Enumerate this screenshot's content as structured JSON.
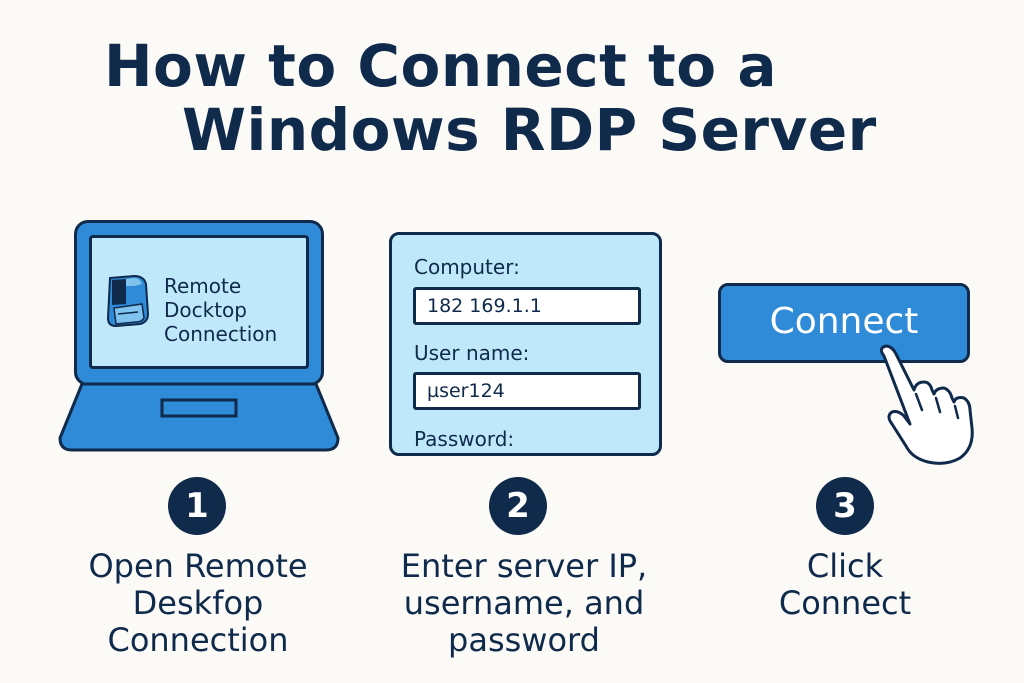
{
  "title": {
    "line1": "How to Connect to a",
    "line2": "Windows RDP Server"
  },
  "laptop": {
    "screen_label_lines": [
      "Remote",
      "Docktop",
      "Connection"
    ],
    "icon": "remote-desktop-icon"
  },
  "login_form": {
    "computer_label": "Computer:",
    "computer_value": "182 169.1.1",
    "username_label": "User name:",
    "username_value": "µser124",
    "password_label": "Password:"
  },
  "connect": {
    "button_label": "Connect",
    "pointer_icon": "pointing-hand-icon"
  },
  "steps": [
    {
      "number": "1",
      "lines": [
        "Open Remote",
        "Deskfop",
        "Connection"
      ]
    },
    {
      "number": "2",
      "lines": [
        "Enter server IP,",
        "username, and",
        "password"
      ]
    },
    {
      "number": "3",
      "lines": [
        "Click",
        "Connect"
      ]
    }
  ],
  "colors": {
    "navy": "#0f2a4a",
    "accent_blue": "#2f8bd8",
    "light_blue": "#bfe9fb",
    "background": "#fbfaf6"
  }
}
